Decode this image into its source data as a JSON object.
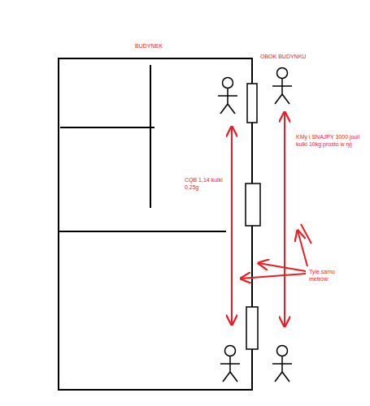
{
  "diagram": {
    "labels": [
      "BUDYNEK",
      "OBOK BUDYNKU",
      "KMy i SNAJPY 3000 jouli kulki 10kg prosto w ryj",
      "CQB 1,14 kulki 0,25g",
      "Tyle samo metrów:"
    ]
  }
}
